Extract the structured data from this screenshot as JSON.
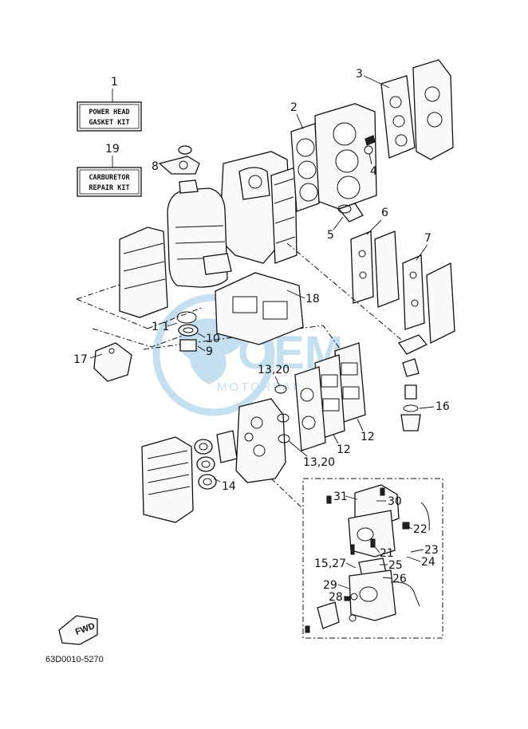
{
  "diagram": {
    "kits": [
      {
        "ref": "1",
        "line1": "POWER HEAD",
        "line2": "GASKET KIT"
      },
      {
        "ref": "19",
        "line1": "CARBURETOR",
        "line2": "REPAIR KIT"
      }
    ],
    "callouts": {
      "c2": "2",
      "c3": "3",
      "c4": "4",
      "c5": "5",
      "c6": "6",
      "c7": "7",
      "c8": "8",
      "c9": "9",
      "c10": "10",
      "c11": "1 1",
      "c12a": "12",
      "c12b": "12",
      "c13a": "13,20",
      "c13b": "13,20",
      "c14": "14",
      "c16": "16",
      "c17": "17",
      "c18": "18",
      "c21": "21",
      "c22": "22",
      "c23": "23",
      "c24": "24",
      "c25": "25",
      "c26": "26",
      "c27": "15,27",
      "c28": "28",
      "c29": "29",
      "c30": "30",
      "c31": "31"
    },
    "fwd_label": "FWD",
    "diagram_code": "63D0010-5270",
    "watermark": {
      "big": "OEM",
      "small": "MOTORPARTS",
      "color": "#5aa7d6"
    }
  }
}
